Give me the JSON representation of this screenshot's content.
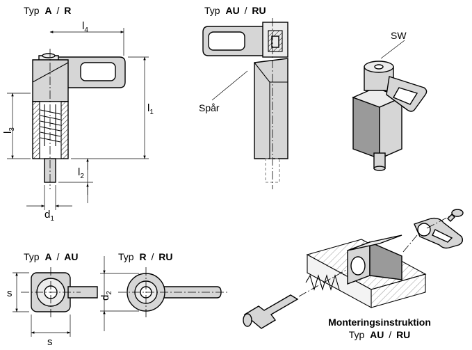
{
  "labels": {
    "typ": "Typ",
    "slash": "/",
    "top_left_a": "A",
    "top_left_b": "R",
    "top_mid_a": "AU",
    "top_mid_b": "RU",
    "bottom_left_a": "A",
    "bottom_left_b": "AU",
    "bottom_mid_a": "R",
    "bottom_mid_b": "RU",
    "groove": "Spår",
    "wrench": "SW",
    "montering_title": "Monteringsinstruktion",
    "montering_typ_a": "AU",
    "montering_typ_b": "RU"
  },
  "dimensions": {
    "l4": {
      "base": "l",
      "sub": "4"
    },
    "l1": {
      "base": "l",
      "sub": "1"
    },
    "l3": {
      "base": "l",
      "sub": "3"
    },
    "l2": {
      "base": "l",
      "sub": "2"
    },
    "d1": {
      "base": "d",
      "sub": "1"
    },
    "d2": {
      "base": "d",
      "sub": "2"
    },
    "s_vertical": "s",
    "s_horizontal": "s"
  },
  "colors": {
    "line": "#000000",
    "fill_light": "#ececec",
    "fill_mid": "#d6d6d6",
    "fill_dark": "#9a9a9a"
  }
}
